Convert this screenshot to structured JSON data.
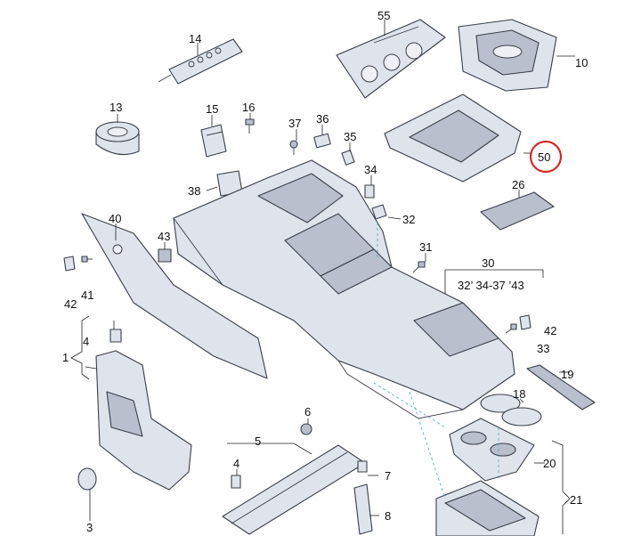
{
  "highlight_color": "#d62828",
  "part_fill": "#dfe3ec",
  "callouts": {
    "c55": "55",
    "c10": "10",
    "c14": "14",
    "c13": "13",
    "c15": "15",
    "c16": "16",
    "c37": "37",
    "c36": "36",
    "c35": "35",
    "c50": "50",
    "c34": "34",
    "c38": "38",
    "c26": "26",
    "c32": "32",
    "c40": "40",
    "c43": "43",
    "c31": "31",
    "c30": "30",
    "c30sub": "32’ 34-37   ’43",
    "c42a": "42",
    "c41": "41",
    "c42b": "42",
    "c33": "33",
    "c4a": "4",
    "c1": "1",
    "c19": "19",
    "c18": "18",
    "c6": "6",
    "c5": "5",
    "c4b": "4",
    "c7": "7",
    "c20": "20",
    "c21": "21",
    "c8": "8",
    "c3": "3"
  }
}
